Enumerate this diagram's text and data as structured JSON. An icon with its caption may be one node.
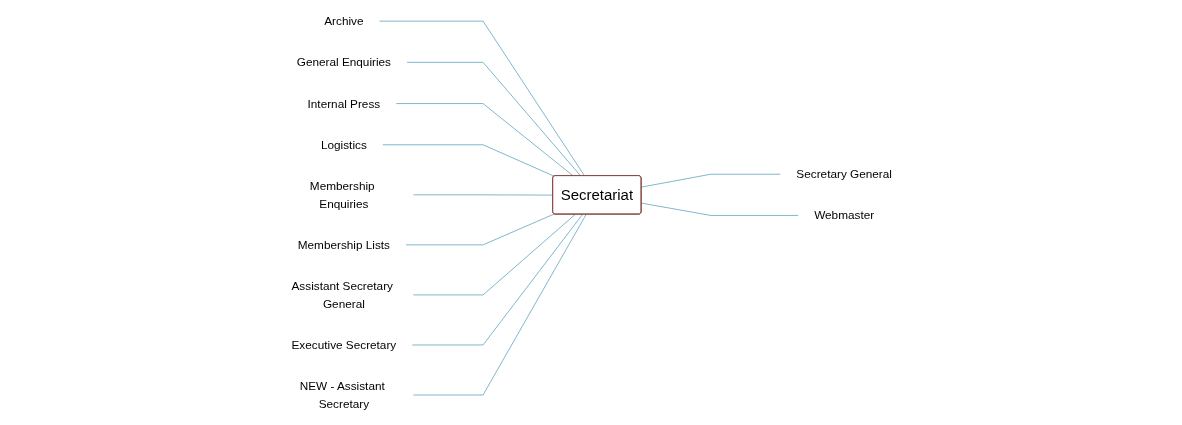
{
  "diagram": {
    "nodes": [
      {
        "text": [
          "Archive"
        ]
      },
      {
        "text": [
          "General Enquiries"
        ]
      },
      {
        "text": [
          "Internal Press"
        ]
      },
      {
        "text": [
          "Logistics"
        ]
      },
      {
        "text": [
          "Secretariat"
        ]
      },
      {
        "text": [
          "Membership Enquiries"
        ]
      },
      {
        "text": [
          "Membership Lists"
        ]
      },
      {
        "text": [
          "Assistant Secretary General"
        ]
      },
      {
        "text": [
          "Secretary General"
        ]
      },
      {
        "text": [
          "Webmaster"
        ]
      },
      {
        "text": [
          "Executive Secretary"
        ]
      },
      {
        "text": [
          "NEW - Assistant Secretary"
        ]
      }
    ],
    "edges": [
      {
        "from": 0,
        "to": 4,
        "arrow": "none"
      },
      {
        "from": 1,
        "to": 4,
        "arrow": "none"
      },
      {
        "from": 2,
        "to": 4,
        "arrow": "none"
      },
      {
        "from": 3,
        "to": 4,
        "arrow": "none"
      },
      {
        "from": 5,
        "to": 4,
        "arrow": "none"
      },
      {
        "from": 6,
        "to": 4,
        "arrow": "none"
      },
      {
        "from": 7,
        "to": 4,
        "arrow": "none"
      },
      {
        "from": 10,
        "to": 4,
        "arrow": "none"
      },
      {
        "from": 11,
        "to": 4,
        "arrow": "none"
      },
      {
        "from": 4,
        "to": 8,
        "arrow": "none"
      },
      {
        "from": 4,
        "to": 9,
        "arrow": "none"
      }
    ]
  }
}
